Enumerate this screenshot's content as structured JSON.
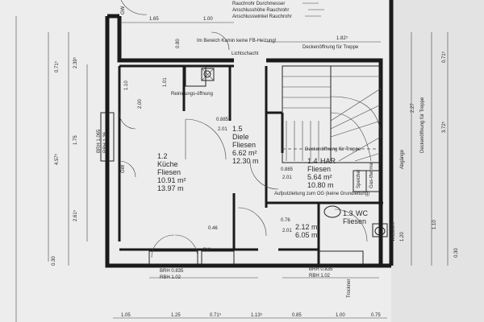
{
  "legend": {
    "line1": "Rauchrohr Durchmesser",
    "line2": "Anschlusshöhe Rauchrohr",
    "line3": "Anschlusswinkel Rauchrohr"
  },
  "rooms": [
    {
      "id": "kueche",
      "number": "1.2",
      "name": "Küche",
      "floor": "Fliesen",
      "area1": "10.91 m²",
      "area2": "13.97 m"
    },
    {
      "id": "diele",
      "number": "1.5",
      "name": "Diele",
      "floor": "Fliesen",
      "area1": "6.62 m²",
      "area2": "12.30 m"
    },
    {
      "id": "har",
      "number": "1.4",
      "name": "HAR",
      "floor": "Fliesen",
      "area1": "5.64 m²",
      "area2": "10.80 m"
    },
    {
      "id": "wc",
      "number": "1.3",
      "name": "WC",
      "floor": "Fliesen",
      "area1": "2.12 m²",
      "area2": "6.05 m"
    }
  ],
  "notes": {
    "kamin": "Im Bereich Kamin keine FB-Heizung!",
    "lichtschacht": "Lichtschacht",
    "reinigung": "Reinigungs-öffnung",
    "deckenoeffnung": "Deckenöffnung für Treppe",
    "deckenoeffnung_v": "Deckenöffnung für Treppe",
    "aufputz": "Aufputzleitung zum OG (keine Grundleitung)",
    "brh_left": "BRH 1.065",
    "rbh_left": "RBH 1.26",
    "brh_bottom1": "BRH 0.835",
    "rbh_bottom1": "RBH 1.02",
    "brh_bottom2": "BRH 0.835",
    "rbh_bottom2": "RBH 1.02",
    "gw": "GW",
    "gw2": "GW",
    "gw3": "GW",
    "wm": "Waschm.",
    "trockner": "Trockner",
    "speicher": "Speicher",
    "therme": "Gas-therme",
    "abgang": "Abgänge"
  },
  "dims": {
    "top_165": "1.65",
    "top_100": "1.00",
    "top_182": "1.82⁵",
    "left_071": "0.71⁵",
    "left_2395": "2.39⁵",
    "left_175": "1.75",
    "left_4575": "4.57⁵",
    "left_2615": "2.61⁵",
    "left_030": "0.30",
    "right_071": "0.71⁵",
    "right_227": "2.27",
    "right_3725": "3.72⁵",
    "right_110": "1.10",
    "right_030": "0.30",
    "inner_080": "0.80",
    "inner_101": "1.01",
    "inner_200": "2.00",
    "inner_110": "1.10",
    "inner_0885a": "0.885",
    "inner_201a": "2.01",
    "inner_0885b": "0.885",
    "inner_201b": "2.01",
    "inner_076": "0.76",
    "inner_201c": "2.01",
    "inner_046": "0.46",
    "inner_120": "1.20",
    "bottom_105": "1.05",
    "bottom_125": "1.25",
    "bottom_0715": "0.71⁵",
    "bottom_1135": "1.13⁵",
    "bottom_085": "0.85",
    "bottom_100": "1.00",
    "bottom_075": "0.75"
  }
}
